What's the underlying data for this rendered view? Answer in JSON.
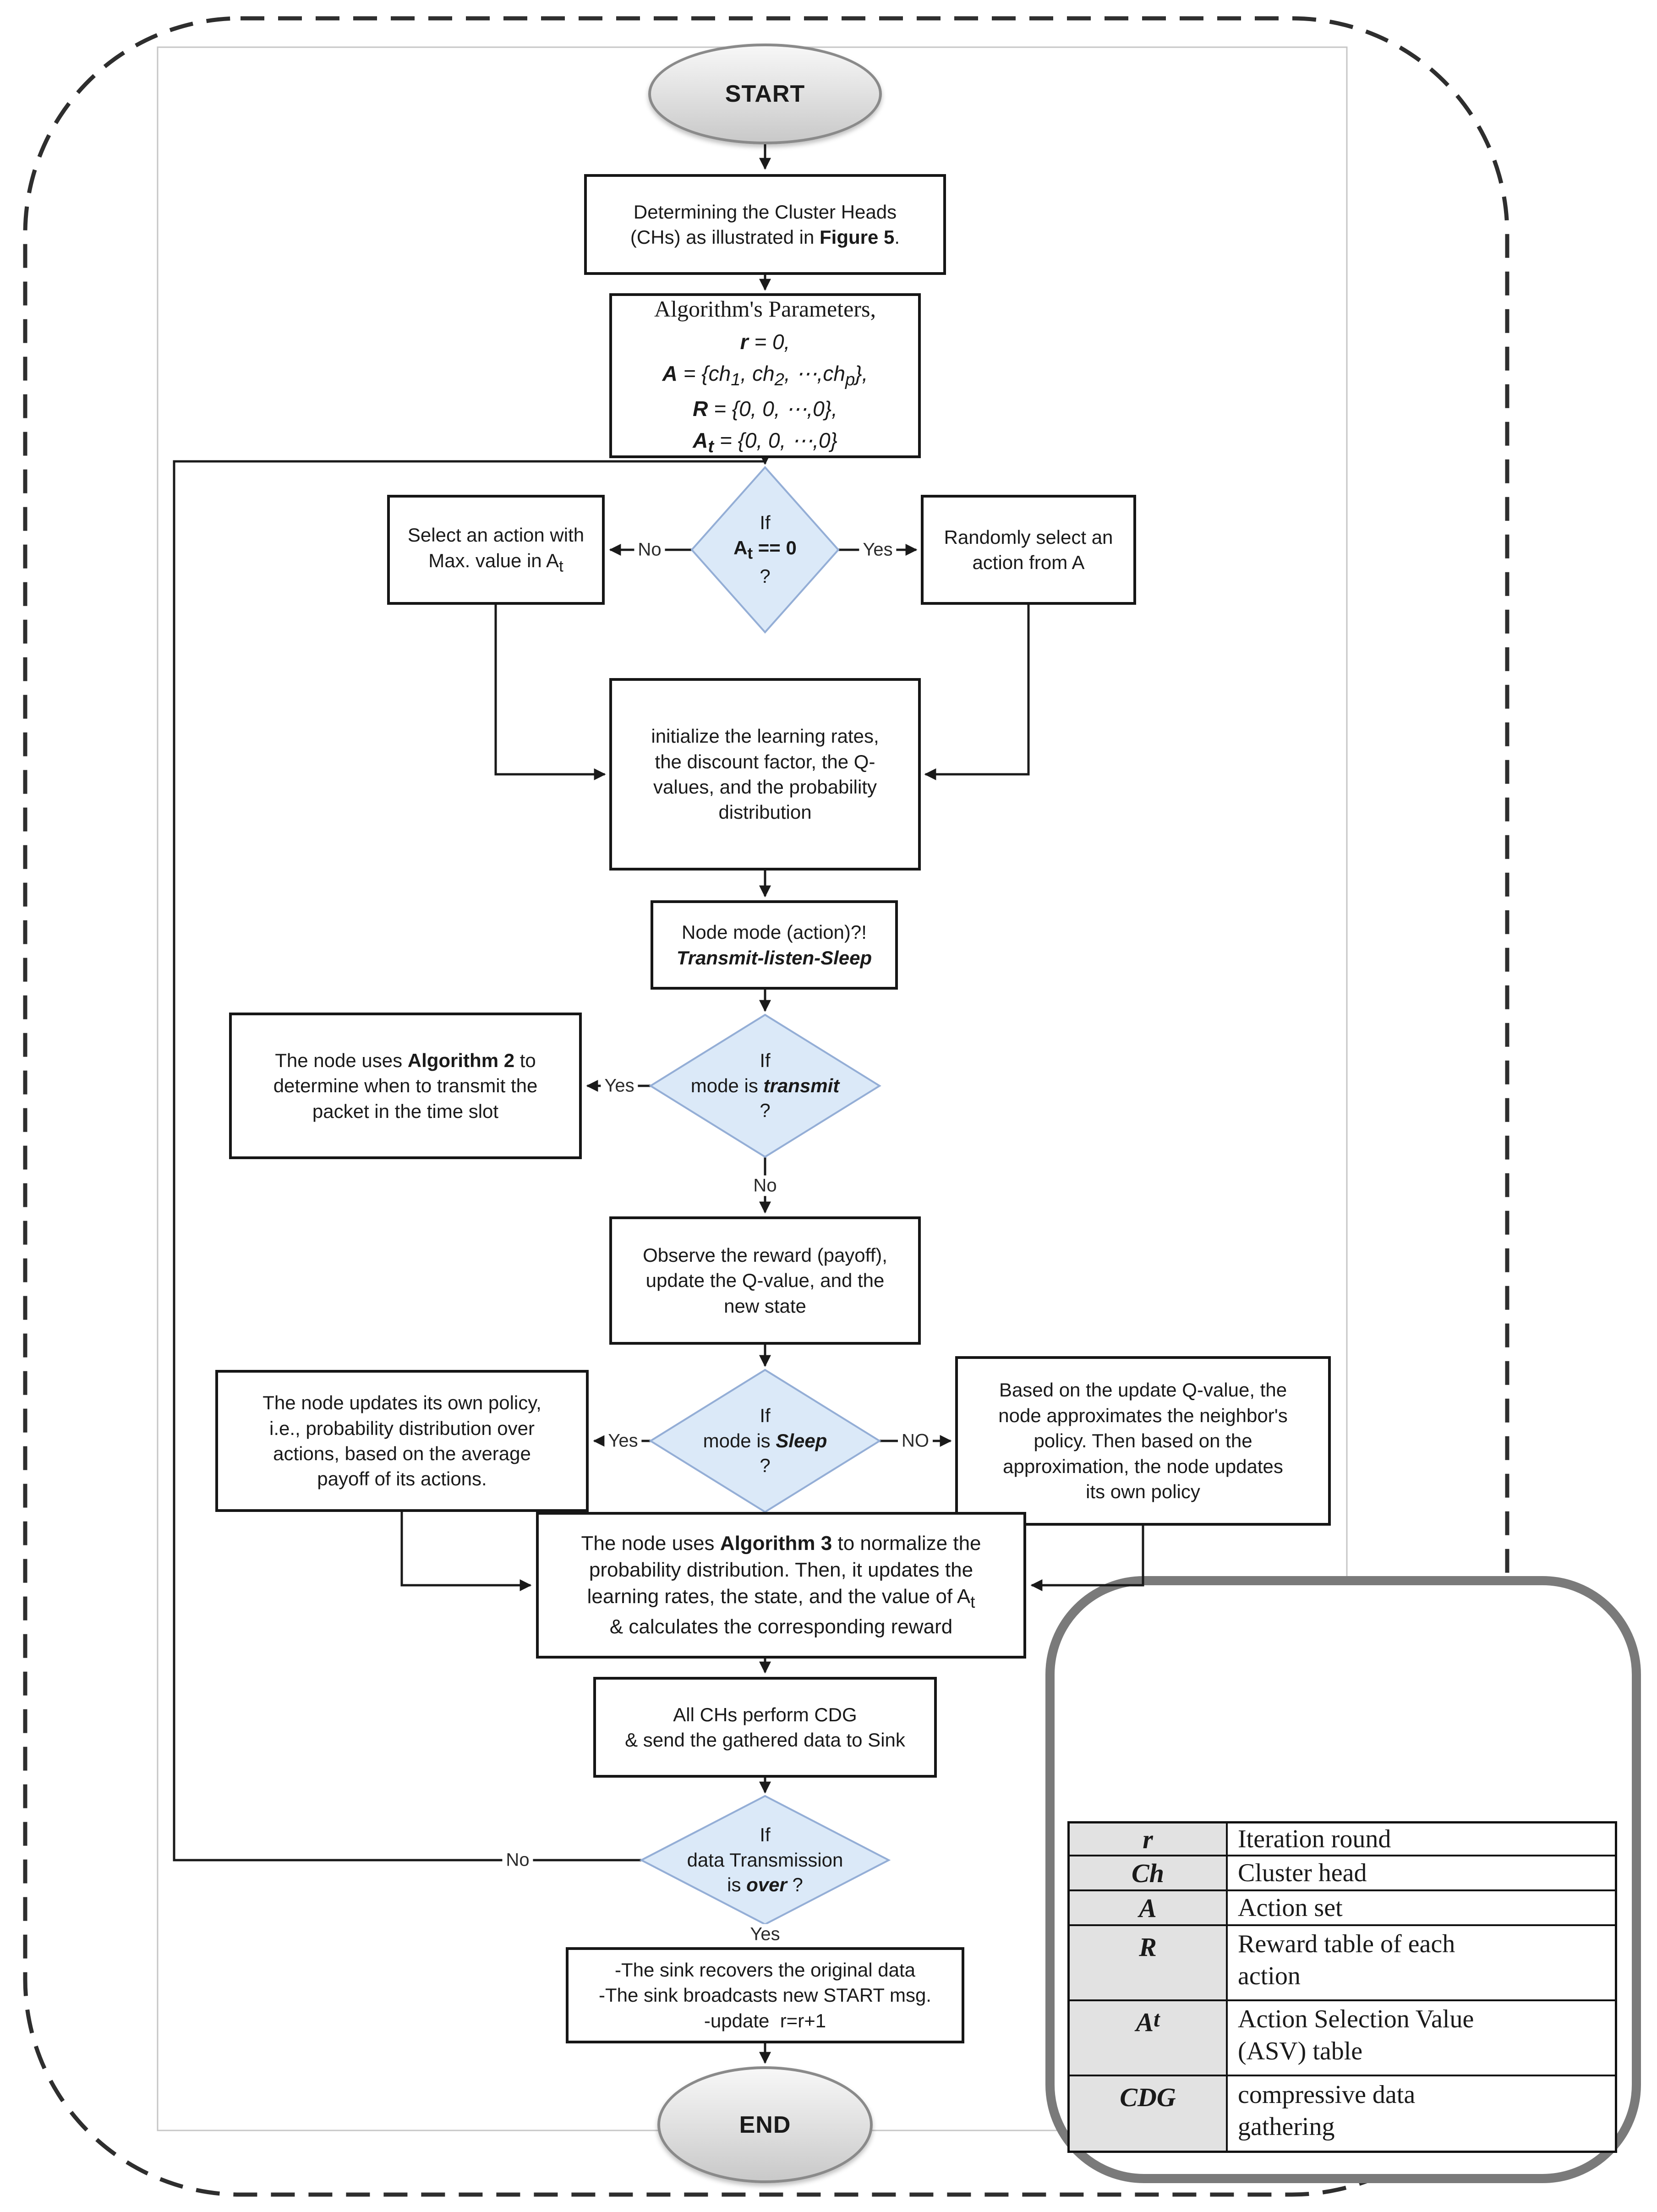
{
  "diagram": {
    "start": {
      "label": "START"
    },
    "end": {
      "label": "END"
    },
    "nodes": {
      "determine_ch": {
        "lines": [
          "Determining the Cluster Heads",
          "(CHs) as illustrated in <b>Figure 5</b>."
        ]
      },
      "params": {
        "lines": [
          "Algorithm's Parameters,",
          "<b><i>r</i></b><i> = 0,</i>",
          "<b><i>A</i></b><i> = {ch<sub>1</sub>, ch<sub>2</sub>, ⋯,ch<sub>p</sub>},</i>",
          "<b><i>R</i></b><i> = {0, 0, ⋯,0},</i>",
          "<b><i>A<sub>t</sub></i></b><i> = {0, 0, ⋯,0}</i>"
        ]
      },
      "decision_at0": {
        "lines": [
          "If",
          "<b>A<sub>t</sub> == 0</b>",
          "?"
        ]
      },
      "select_max": {
        "lines": [
          "Select an action with",
          "Max. value in A<sub>t</sub>"
        ]
      },
      "random_action": {
        "lines": [
          "Randomly select an",
          "action from A"
        ]
      },
      "init_learning": {
        "lines": [
          "initialize the learning rates,",
          "the discount factor, the Q-",
          "values, and the probability",
          "distribution"
        ]
      },
      "node_mode": {
        "lines": [
          "Node mode (action)?!",
          "<b><i>Transmit-listen-Sleep</i></b>"
        ]
      },
      "decision_transmit": {
        "lines": [
          "If",
          "mode is <b><i>transmit</i></b>",
          "?"
        ]
      },
      "algorithm2": {
        "lines": [
          "The node uses <b>Algorithm 2</b> to",
          "determine when to transmit the",
          "packet in the time slot"
        ]
      },
      "observe_reward": {
        "lines": [
          "Observe the reward (payoff),",
          "update the Q-value, and the",
          "new state"
        ]
      },
      "decision_sleep": {
        "lines": [
          "If",
          "mode is <b><i>Sleep</i></b>",
          "?"
        ]
      },
      "update_own_policy": {
        "lines": [
          "The node updates its own policy,",
          "i.e., probability distribution over",
          "actions, based on the average",
          "payoff of its actions."
        ]
      },
      "approx_neighbor": {
        "lines": [
          "Based on the update Q-value, the",
          "node approximates the neighbor's",
          "policy. Then based on the",
          "approximation, the node updates",
          "its own policy"
        ]
      },
      "algorithm3": {
        "lines": [
          "The node uses <b>Algorithm 3</b> to normalize the",
          "probability distribution. Then, it updates the",
          "learning rates, the state, and the value of A<sub>t</sub>",
          "& calculates the corresponding reward"
        ]
      },
      "cdg": {
        "lines": [
          "All CHs perform CDG",
          "& send the gathered data to Sink"
        ]
      },
      "decision_over": {
        "lines": [
          "If",
          "data Transmission",
          "is <b><i>over</i></b> ?"
        ]
      },
      "sink_recover": {
        "lines": [
          "-The sink recovers the original data",
          "-The sink broadcasts new START msg.",
          "-update&nbsp;&nbsp;r=r+1"
        ]
      }
    },
    "edge_labels": {
      "no1": "No",
      "yes1": "Yes",
      "yes2": "Yes",
      "no2": "No",
      "yes3": "Yes",
      "no3": "NO",
      "no4": "No",
      "yes4": "Yes"
    },
    "legend": {
      "rows": [
        {
          "symbol": "r",
          "desc": "Iteration round"
        },
        {
          "symbol": "Ch",
          "desc": "Cluster head"
        },
        {
          "symbol": "A",
          "desc": "Action set"
        },
        {
          "symbol": "R",
          "desc": "Reward table of each<br>action"
        },
        {
          "symbol": "A<sub>t</sub>",
          "desc": "Action Selection Value<br>(ASV) table"
        },
        {
          "symbol": "CDG",
          "desc": "compressive data<br>gathering"
        }
      ]
    },
    "colors": {
      "diamond_fill": "#dbe9f8",
      "diamond_border": "#94aed6",
      "line": "#1a1a1a",
      "legend_border": "#7a7a7a",
      "symbol_bg": "#e2e2e2",
      "ellipse_border": "#8a8a8a"
    }
  }
}
